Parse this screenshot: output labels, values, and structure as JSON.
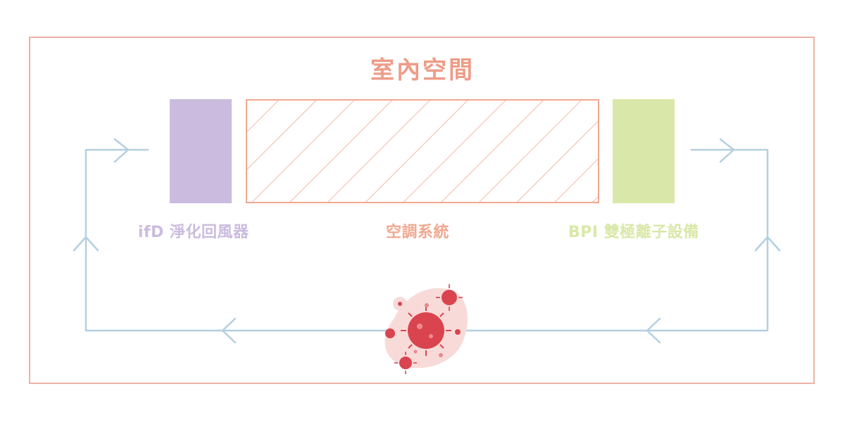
{
  "title": "室內空間",
  "components": {
    "ifd": {
      "label": "ifD 淨化回風器"
    },
    "ac": {
      "label": "空調系統"
    },
    "bpi": {
      "label": "BPI 雙極離子設備"
    }
  },
  "colors": {
    "frame": "#eeb2a4",
    "title": "#ee9c87",
    "ifd": "#cbbcdf",
    "ac": "#f0a890",
    "bpi": "#d9e8a8",
    "flow": "#b3d0e0",
    "virus": "#d9444f",
    "virus_blob": "#f8dbd8"
  },
  "icons": [
    "arrow-right-icon",
    "arrow-up-icon",
    "arrow-left-icon",
    "virus-icon"
  ]
}
